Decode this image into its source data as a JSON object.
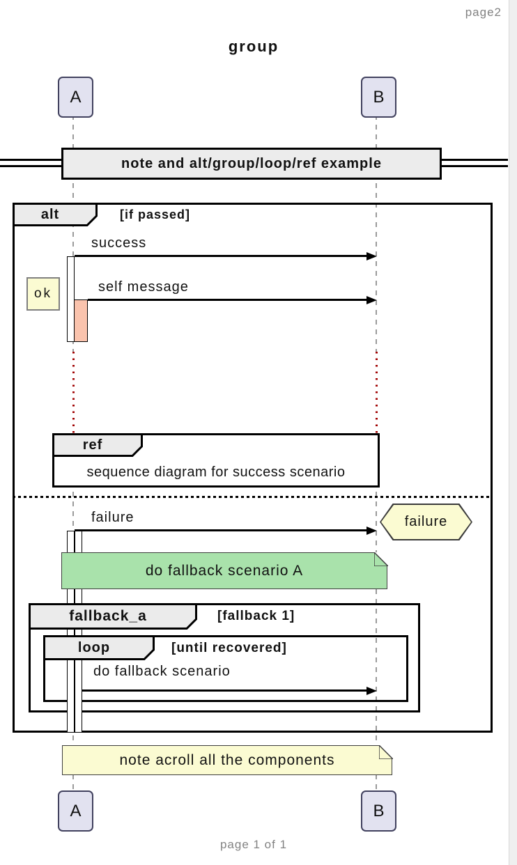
{
  "page": {
    "page_label": "page2",
    "title": "group",
    "footer": "page 1 of 1"
  },
  "actors": {
    "a": "A",
    "b": "B"
  },
  "divider": {
    "label": "note and alt/group/loop/ref example"
  },
  "fragments": {
    "alt": {
      "keyword": "alt",
      "guard": "[if passed]"
    },
    "ref": {
      "keyword": "ref",
      "body": "sequence diagram for success scenario"
    },
    "fallback": {
      "keyword": "fallback_a",
      "guard": "[fallback 1]"
    },
    "loop": {
      "keyword": "loop",
      "guard": "[until recovered]"
    }
  },
  "messages": {
    "success": "success",
    "self_message": "self message",
    "failure": "failure",
    "do_fallback": "do fallback scenario"
  },
  "notes": {
    "ok": "ok",
    "failure_hex": "failure",
    "green": "do fallback scenario A",
    "bottom": "note acroll all the components"
  },
  "colors": {
    "actor_fill": "#e2e2f0",
    "actor_border": "#41415e",
    "note_yellow": "#fbfbd2",
    "note_green": "#a9e2ab",
    "activation_salmon": "#fac3ad",
    "fragment_label_bg": "#ebebeb",
    "lifeline_gray": "#9a9a9a",
    "lifeline_red": "#a00000",
    "muted_text": "#828282"
  }
}
